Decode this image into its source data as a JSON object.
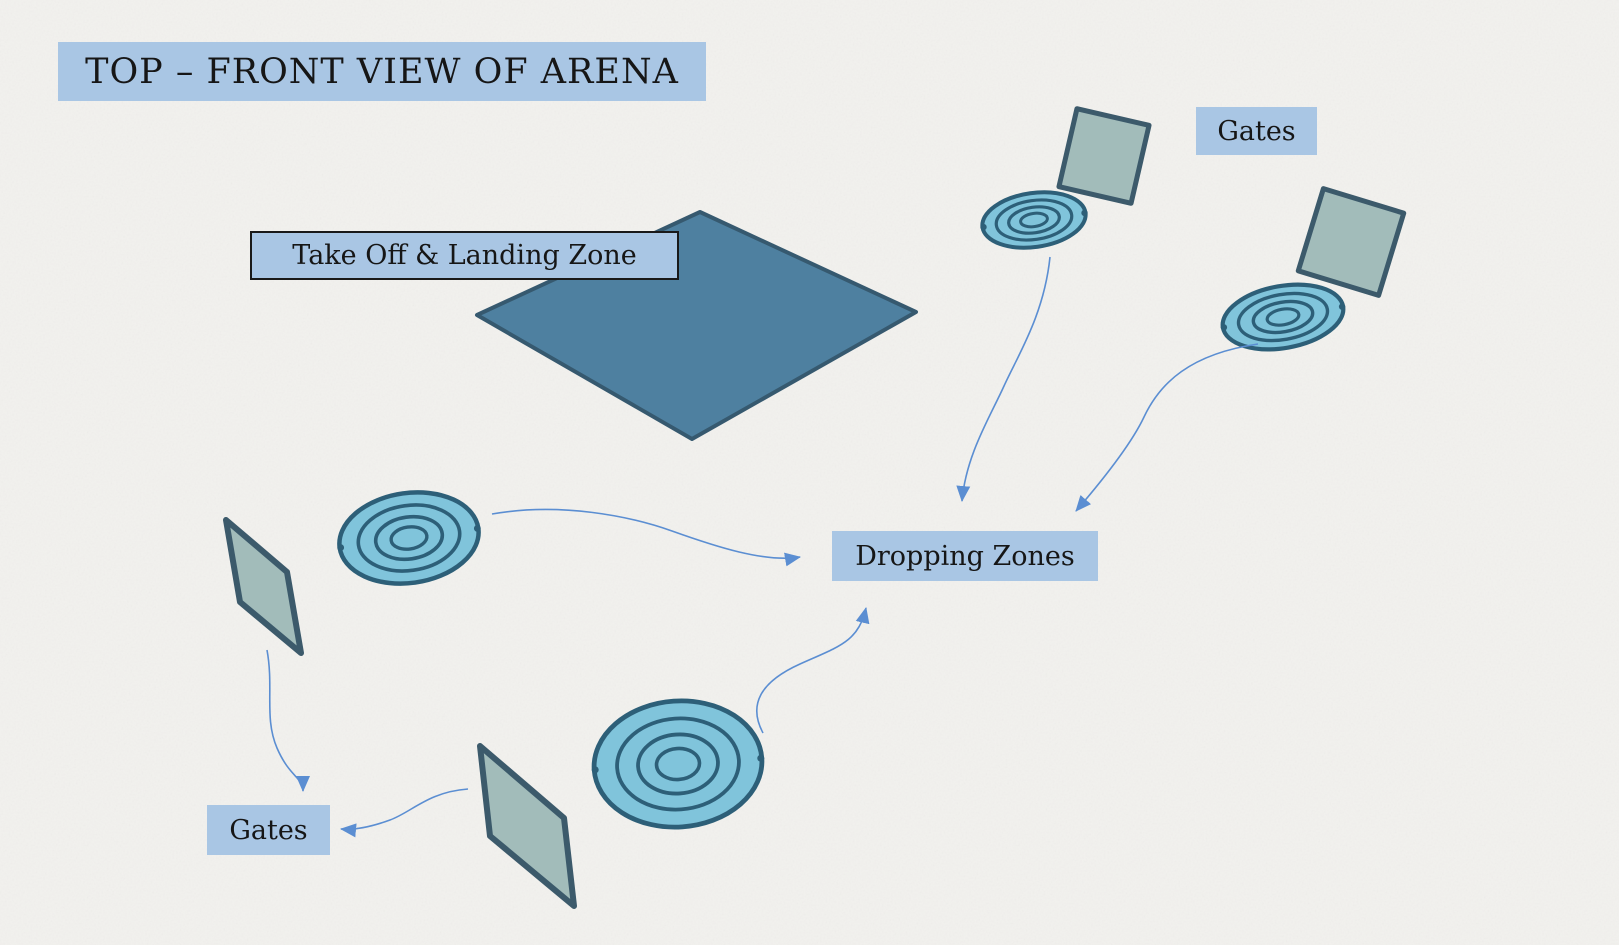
{
  "title": "TOP – FRONT VIEW OF ARENA",
  "labels": {
    "gates_top": "Gates",
    "takeoff_landing": "Take Off & Landing Zone",
    "dropping_zones": "Dropping Zones",
    "gates_bottom": "Gates"
  },
  "colors": {
    "label_background": "#a9c6e4",
    "label_text": "#161616",
    "takeoff_pad_fill": "#4e80a0",
    "takeoff_pad_stroke": "#36596f",
    "drop_disc_fill": "#80c4db",
    "drop_disc_stroke": "#2d5f78",
    "gate_fill": "#a2bcba",
    "gate_stroke": "#3c5a6b",
    "arrow": "#5b8ed2",
    "background": "#f2f1ee"
  },
  "diagram": {
    "type": "arena-layout",
    "view": "isometric top-front view",
    "elements": [
      {
        "name": "takeoff-landing-pad",
        "shape": "flat square pad drawn as diamond",
        "count": 1,
        "label": "Take Off & Landing Zone"
      },
      {
        "name": "gate",
        "shape": "tilted square panel",
        "count": 4,
        "label": "Gates"
      },
      {
        "name": "dropping-zone-disc",
        "shape": "disc with concentric target rings",
        "count": 4,
        "label": "Dropping Zones"
      },
      {
        "name": "connector-arrow",
        "shape": "thin curved arrow",
        "count": 6
      }
    ]
  }
}
